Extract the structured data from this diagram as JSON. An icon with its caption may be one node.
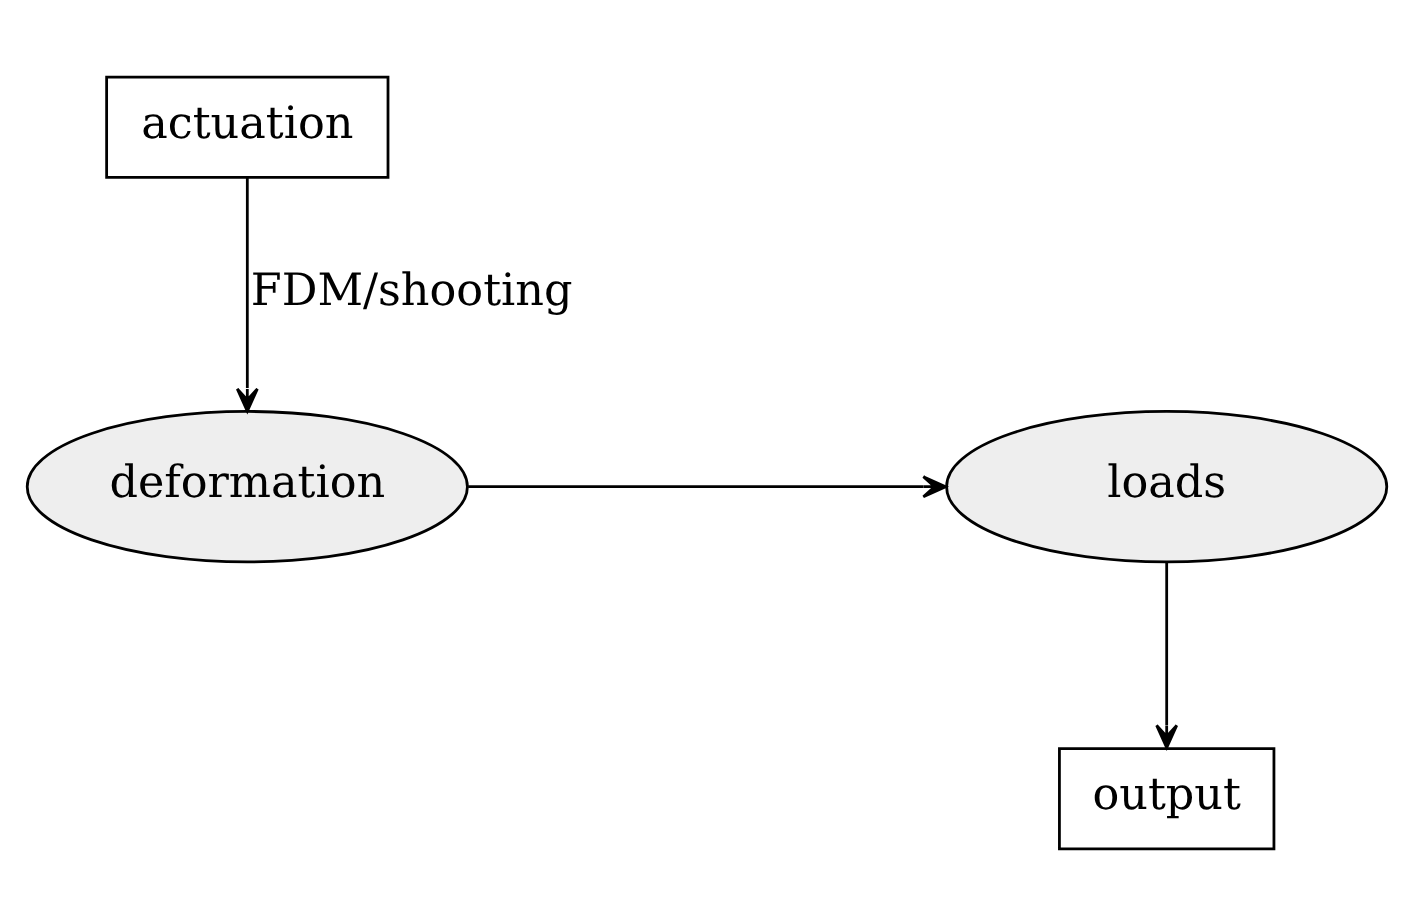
{
  "diagram": {
    "nodes": [
      {
        "text": [
          "actuation"
        ]
      },
      {
        "text": [
          "deformation"
        ]
      },
      {
        "text": [
          "loads"
        ]
      },
      {
        "text": [
          "output"
        ]
      }
    ],
    "edges": [
      {
        "from": 0,
        "to": 1,
        "arrow": "to",
        "label": "FDM/shooting"
      },
      {
        "from": 1,
        "to": 2,
        "arrow": "to"
      },
      {
        "from": 2,
        "to": 3,
        "arrow": "to"
      }
    ]
  }
}
